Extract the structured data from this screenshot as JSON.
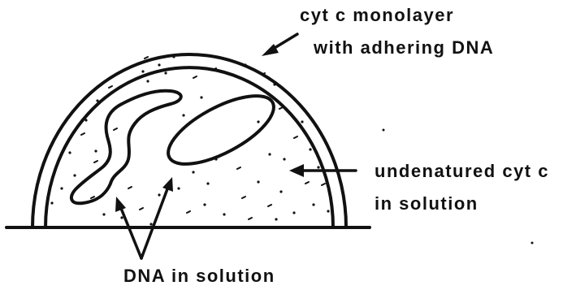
{
  "labels": {
    "monolayer_line1": "cyt c monolayer",
    "monolayer_line2": "with adhering DNA",
    "undenatured_line1": "undenatured cyt c",
    "undenatured_line2": "in solution",
    "dna_solution": "DNA in solution"
  },
  "colors": {
    "ink": "#111111",
    "background": "#ffffff"
  }
}
